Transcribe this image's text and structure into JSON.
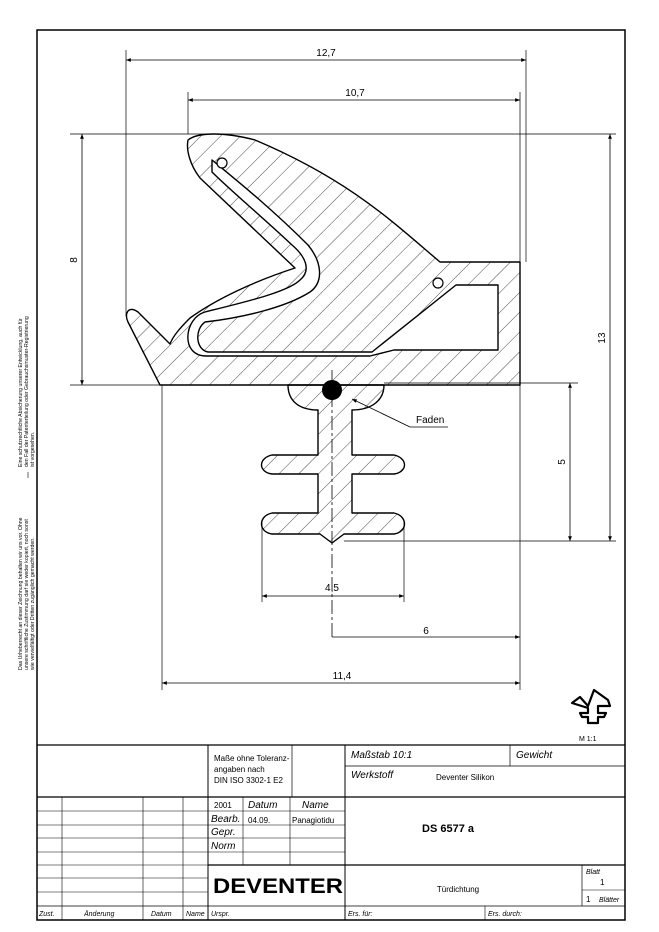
{
  "drawing": {
    "dimensions": {
      "width_overall": "12,7",
      "width_upper": "10,7",
      "height_upper": "8",
      "height_total": "13",
      "height_foot": "5",
      "width_foot": "4,5",
      "offset_center": "6",
      "width_base": "11,4"
    },
    "callout_label": "Faden",
    "scale_icon_label": "M 1:1",
    "side_note_line1": "Das Urheberrecht an dieser Zeichnung behalten wir uns vor. Ohne",
    "side_note_line2": "unsere schriftliche Zustimmung darf sie weder kopiert, noch sonst",
    "side_note_line3": "wie vervielfältigt oder Dritten zugänglich gemacht werden.",
    "side_note_line4": "Eine schutzrechtliche Absicherung unserer Entwicklung, auch für",
    "side_note_line5": "den Fall der Patenterteilung oder Gebrauchsmuster-Registrierung",
    "side_note_line6": "ist vorgesehen."
  },
  "title_block": {
    "tolerance_line1": "Maße ohne Toleranz-",
    "tolerance_line2": "angaben nach",
    "tolerance_line3": "DIN ISO 3302-1 E2",
    "scale_label": "Maßstab 10:1",
    "weight_label": "Gewicht",
    "material_label": "Werkstoff",
    "material_value": "Deventer Silikon",
    "year": "2001",
    "date_header": "Datum",
    "name_header": "Name",
    "row_bearb": "Bearb.",
    "row_gepr": "Gepr.",
    "row_norm": "Norm",
    "bearb_date": "04.09.",
    "bearb_name": "Panagiotidu",
    "drawing_number": "DS 6577 a",
    "company": "DEVENTER",
    "part_name": "Türdichtung",
    "sheet_label": "Blatt",
    "sheet_value": "1",
    "sheets_count": "1",
    "sheets_label": "Blätter",
    "col_zust": "Zust.",
    "col_aenderung": "Änderung",
    "col_datum": "Datum",
    "col_name": "Name",
    "ursprung": "Urspr.",
    "ersatz_fuer": "Ers. für:",
    "ersetzt_durch": "Ers. durch:"
  }
}
